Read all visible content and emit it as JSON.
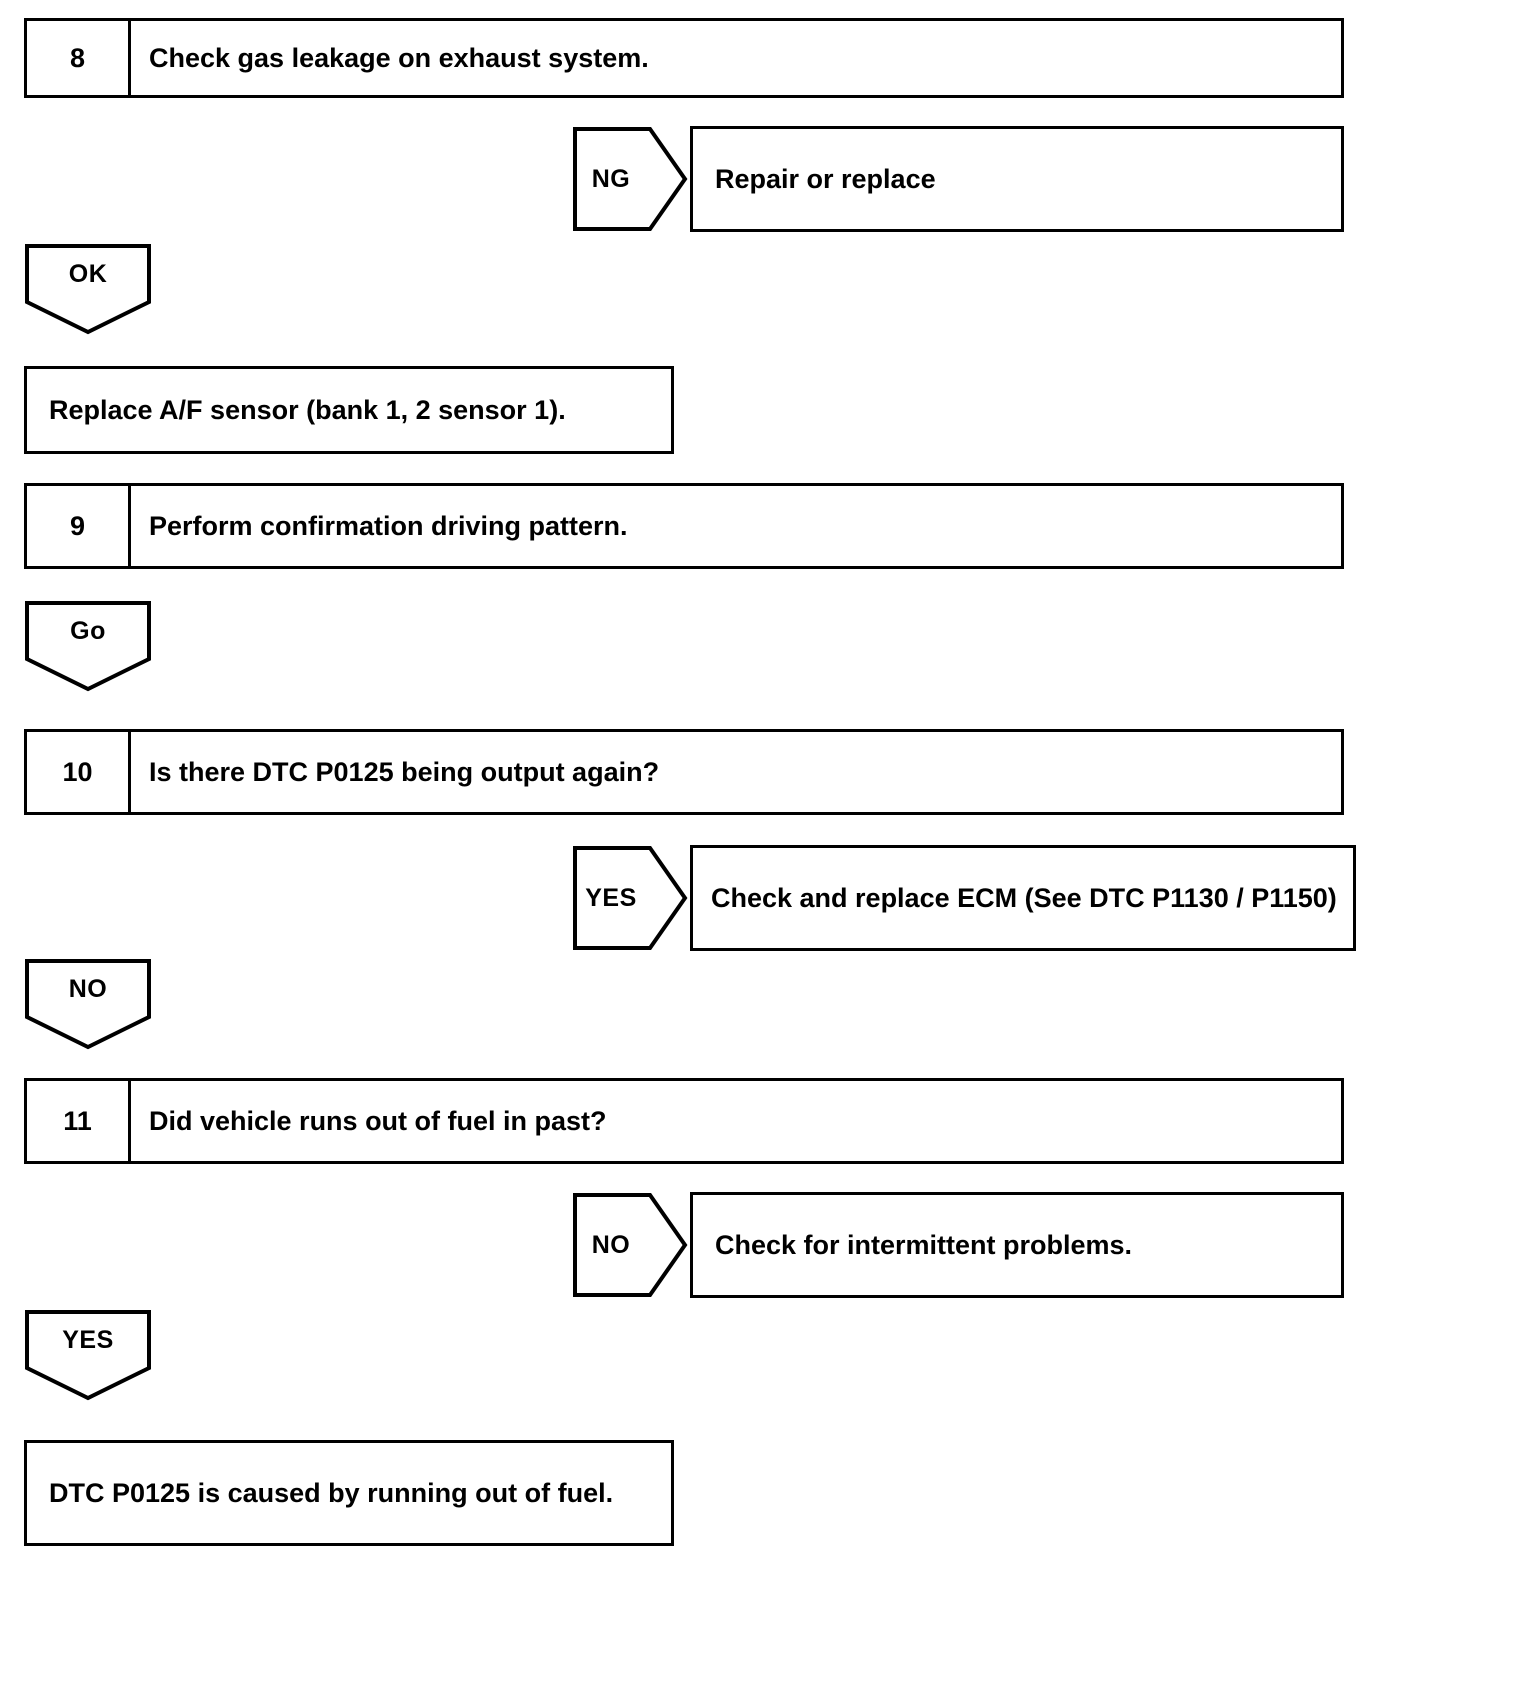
{
  "diagram": {
    "type": "diagnostic-flowchart",
    "steps": [
      {
        "number": "8",
        "text": "Check gas leakage on exhaust system."
      },
      {
        "number": "9",
        "text": "Perform confirmation driving pattern."
      },
      {
        "number": "10",
        "text": "Is there DTC P0125 being output again?"
      },
      {
        "number": "11",
        "text": "Did vehicle runs out of fuel in past?"
      }
    ],
    "branches": [
      {
        "label": "NG",
        "direction": "right",
        "result": "Repair or replace"
      },
      {
        "label": "OK",
        "direction": "down",
        "result": "Replace A/F sensor (bank 1, 2 sensor 1)."
      },
      {
        "label": "Go",
        "direction": "down",
        "result": ""
      },
      {
        "label": "YES",
        "direction": "right",
        "result": "Check and replace ECM (See DTC P1130 / P1150)"
      },
      {
        "label": "NO",
        "direction": "down",
        "result": ""
      },
      {
        "label": "NO",
        "direction": "right",
        "result": "Check for intermittent problems."
      },
      {
        "label": "YES",
        "direction": "down",
        "result": "DTC P0125 is caused by running out of fuel."
      }
    ],
    "boxes": {
      "repair_or_replace": "Repair or replace",
      "replace_af_sensor": "Replace A/F sensor (bank 1, 2 sensor 1).",
      "check_replace_ecm": "Check and replace ECM (See DTC P1130 / P1150)",
      "check_intermittent": "Check for intermittent problems.",
      "caused_by_fuel": "DTC P0125 is caused by running out of fuel."
    },
    "flags": {
      "ng": "NG",
      "ok": "OK",
      "go": "Go",
      "yes_10": "YES",
      "no_10": "NO",
      "no_11": "NO",
      "yes_11": "YES"
    },
    "colors": {
      "ink": "#000000",
      "paper": "#ffffff"
    }
  }
}
